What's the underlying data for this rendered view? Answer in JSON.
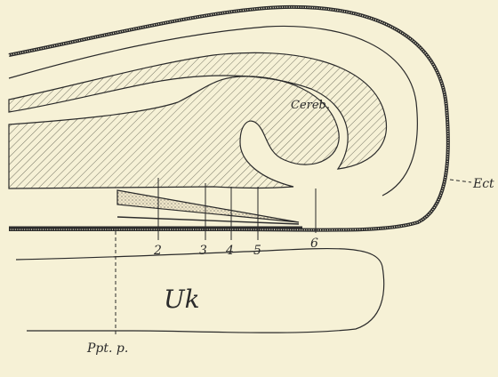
{
  "labels": {
    "cereb": "Cereb.",
    "ect": "Ect",
    "uk": "Uk",
    "ppt": "Ppt. p.",
    "n2": "2",
    "n3": "3",
    "n4": "4",
    "n5": "5",
    "n6": "6"
  },
  "colors": {
    "background": "#f6f1d6",
    "ink": "#2b2b2b",
    "stipple": "#e6dcc0"
  }
}
